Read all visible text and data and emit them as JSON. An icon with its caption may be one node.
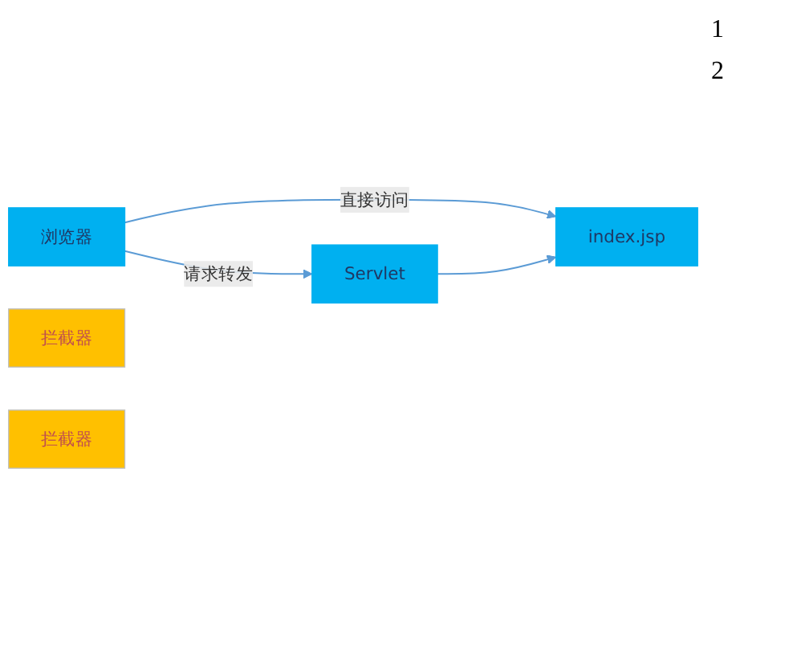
{
  "diagram": {
    "nodes": [
      {
        "text": [
          "浏览器"
        ]
      },
      {
        "text": [
          "拦截器"
        ]
      },
      {
        "text": [
          "index.jsp"
        ]
      },
      {
        "text": [
          "拦截器"
        ]
      },
      {
        "text": [
          "Servlet"
        ]
      }
    ],
    "edges": [
      {
        "from": 0,
        "to": 2,
        "arrow": "to",
        "label": "直接访问"
      },
      {
        "from": 0,
        "to": 4,
        "arrow": "to",
        "label": "请求转发"
      },
      {
        "from": 4,
        "to": 2,
        "arrow": "to"
      }
    ],
    "labels": [
      "1",
      "2"
    ]
  }
}
